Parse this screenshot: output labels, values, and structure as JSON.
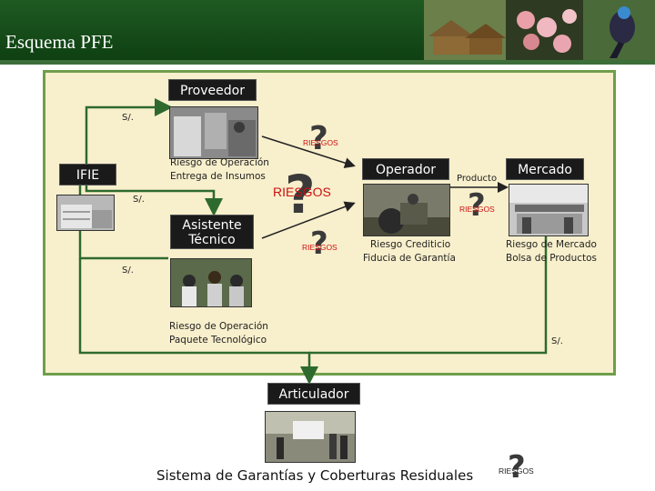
{
  "header": {
    "title": "Esquema PFE"
  },
  "nodes": {
    "proveedor": "Proveedor",
    "ifie": "IFIE",
    "asistente": "Asistente Técnico",
    "operador": "Operador",
    "mercado": "Mercado",
    "articulador": "Articulador"
  },
  "labels": {
    "soles": "S/.",
    "producto": "Producto",
    "riesgos": "RIESGOS",
    "question": "?"
  },
  "captions": {
    "insumos_1": "Riesgo de Operación",
    "insumos_2": "Entrega de Insumos",
    "credit_1": "Riesgo Crediticio",
    "credit_2": "Fiducia de Garantía",
    "market_1": "Riesgo de Mercado",
    "market_2": "Bolsa de Productos",
    "paquete_1": "Riesgo de Operación",
    "paquete_2": "Paquete Tecnológico"
  },
  "footer": {
    "title": "Sistema de Garantías y Coberturas Residuales"
  },
  "colors": {
    "header_green": "#1f5a22",
    "panel_bg": "#f8efcc",
    "panel_border": "#6f9e4a",
    "riesgos_red": "#cc1111",
    "node_bg": "#1a1a1a"
  }
}
